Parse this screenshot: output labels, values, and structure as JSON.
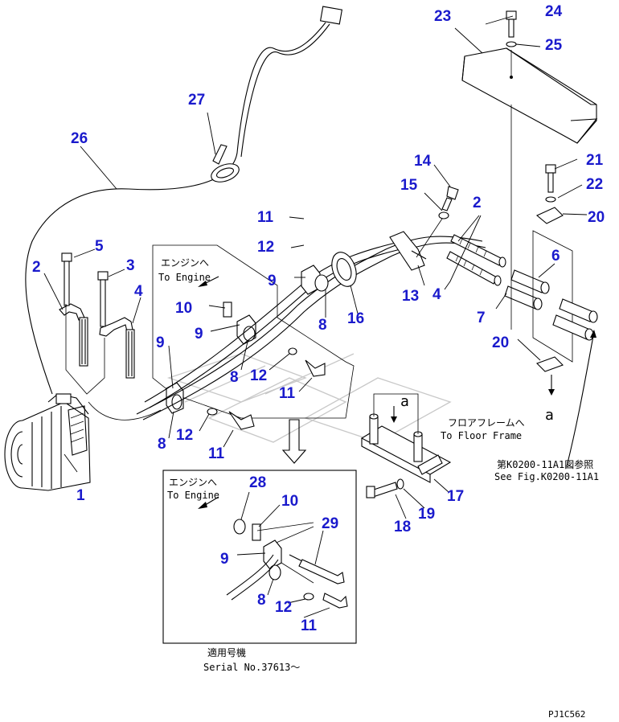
{
  "callouts": {
    "c1": "1",
    "c2a": "2",
    "c2b": "2",
    "c3": "3",
    "c4a": "4",
    "c4b": "4",
    "c5": "5",
    "c6": "6",
    "c7": "7",
    "c8a": "8",
    "c8b": "8",
    "c8c": "8",
    "c8d": "8",
    "c9a": "9",
    "c9b": "9",
    "c9c": "9",
    "c9d": "9",
    "c10a": "10",
    "c10b": "10",
    "c11a": "11",
    "c11b": "11",
    "c11c": "11",
    "c11d": "11",
    "c12a": "12",
    "c12b": "12",
    "c12c": "12",
    "c12d": "12",
    "c13": "13",
    "c14": "14",
    "c15": "15",
    "c16": "16",
    "c17": "17",
    "c18": "18",
    "c19": "19",
    "c20a": "20",
    "c20b": "20",
    "c21": "21",
    "c22": "22",
    "c23": "23",
    "c24": "24",
    "c25": "25",
    "c26": "26",
    "c27": "27",
    "c28": "28",
    "c29": "29"
  },
  "notes": {
    "engine_jp_top": "エンジンへ",
    "engine_en_top": "To Engine",
    "engine_jp_inset": "エンジンへ",
    "engine_en_inset": "To Engine",
    "floor_jp": "フロアフレームへ",
    "floor_en": "To Floor Frame",
    "see_fig_jp": "第K0200-11A1図参照",
    "see_fig_en": "See Fig.K0200-11A1",
    "serial_jp": "適用号機",
    "serial_en": "Serial No.37613～",
    "marker_a_top": "a",
    "marker_a_bottom": "a",
    "drawing_code": "PJ1C562"
  }
}
